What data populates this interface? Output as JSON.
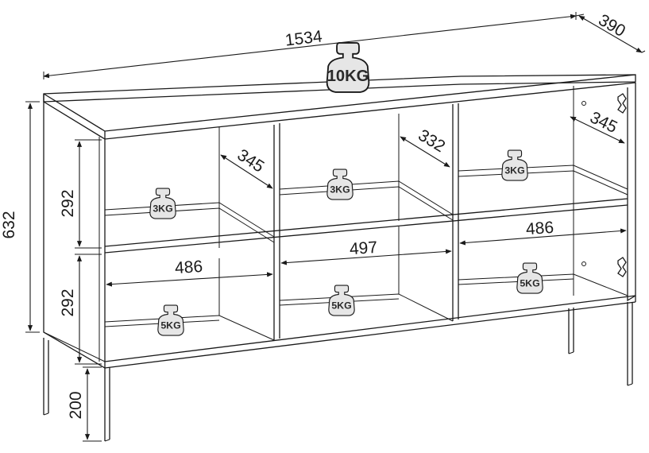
{
  "colors": {
    "ink": "#1a1a1a",
    "background": "#ffffff",
    "weight_fill": "#e6e6e6"
  },
  "dimensions": {
    "width": "1534",
    "depth": "390",
    "height": "632",
    "shelf_upper": "292",
    "shelf_lower": "292",
    "leg": "200",
    "inner_depth_left": "345",
    "inner_depth_middle": "332",
    "inner_depth_right": "345",
    "inner_width_left": "486",
    "inner_width_middle": "497",
    "inner_width_right": "486"
  },
  "weights": {
    "top": "10KG",
    "left_upper": "3KG",
    "middle_upper": "3KG",
    "right_upper": "3KG",
    "left_lower": "5KG",
    "middle_lower": "5KG",
    "right_lower": "5KG"
  },
  "icons": [
    "weight-icon",
    "hinge-icon"
  ]
}
